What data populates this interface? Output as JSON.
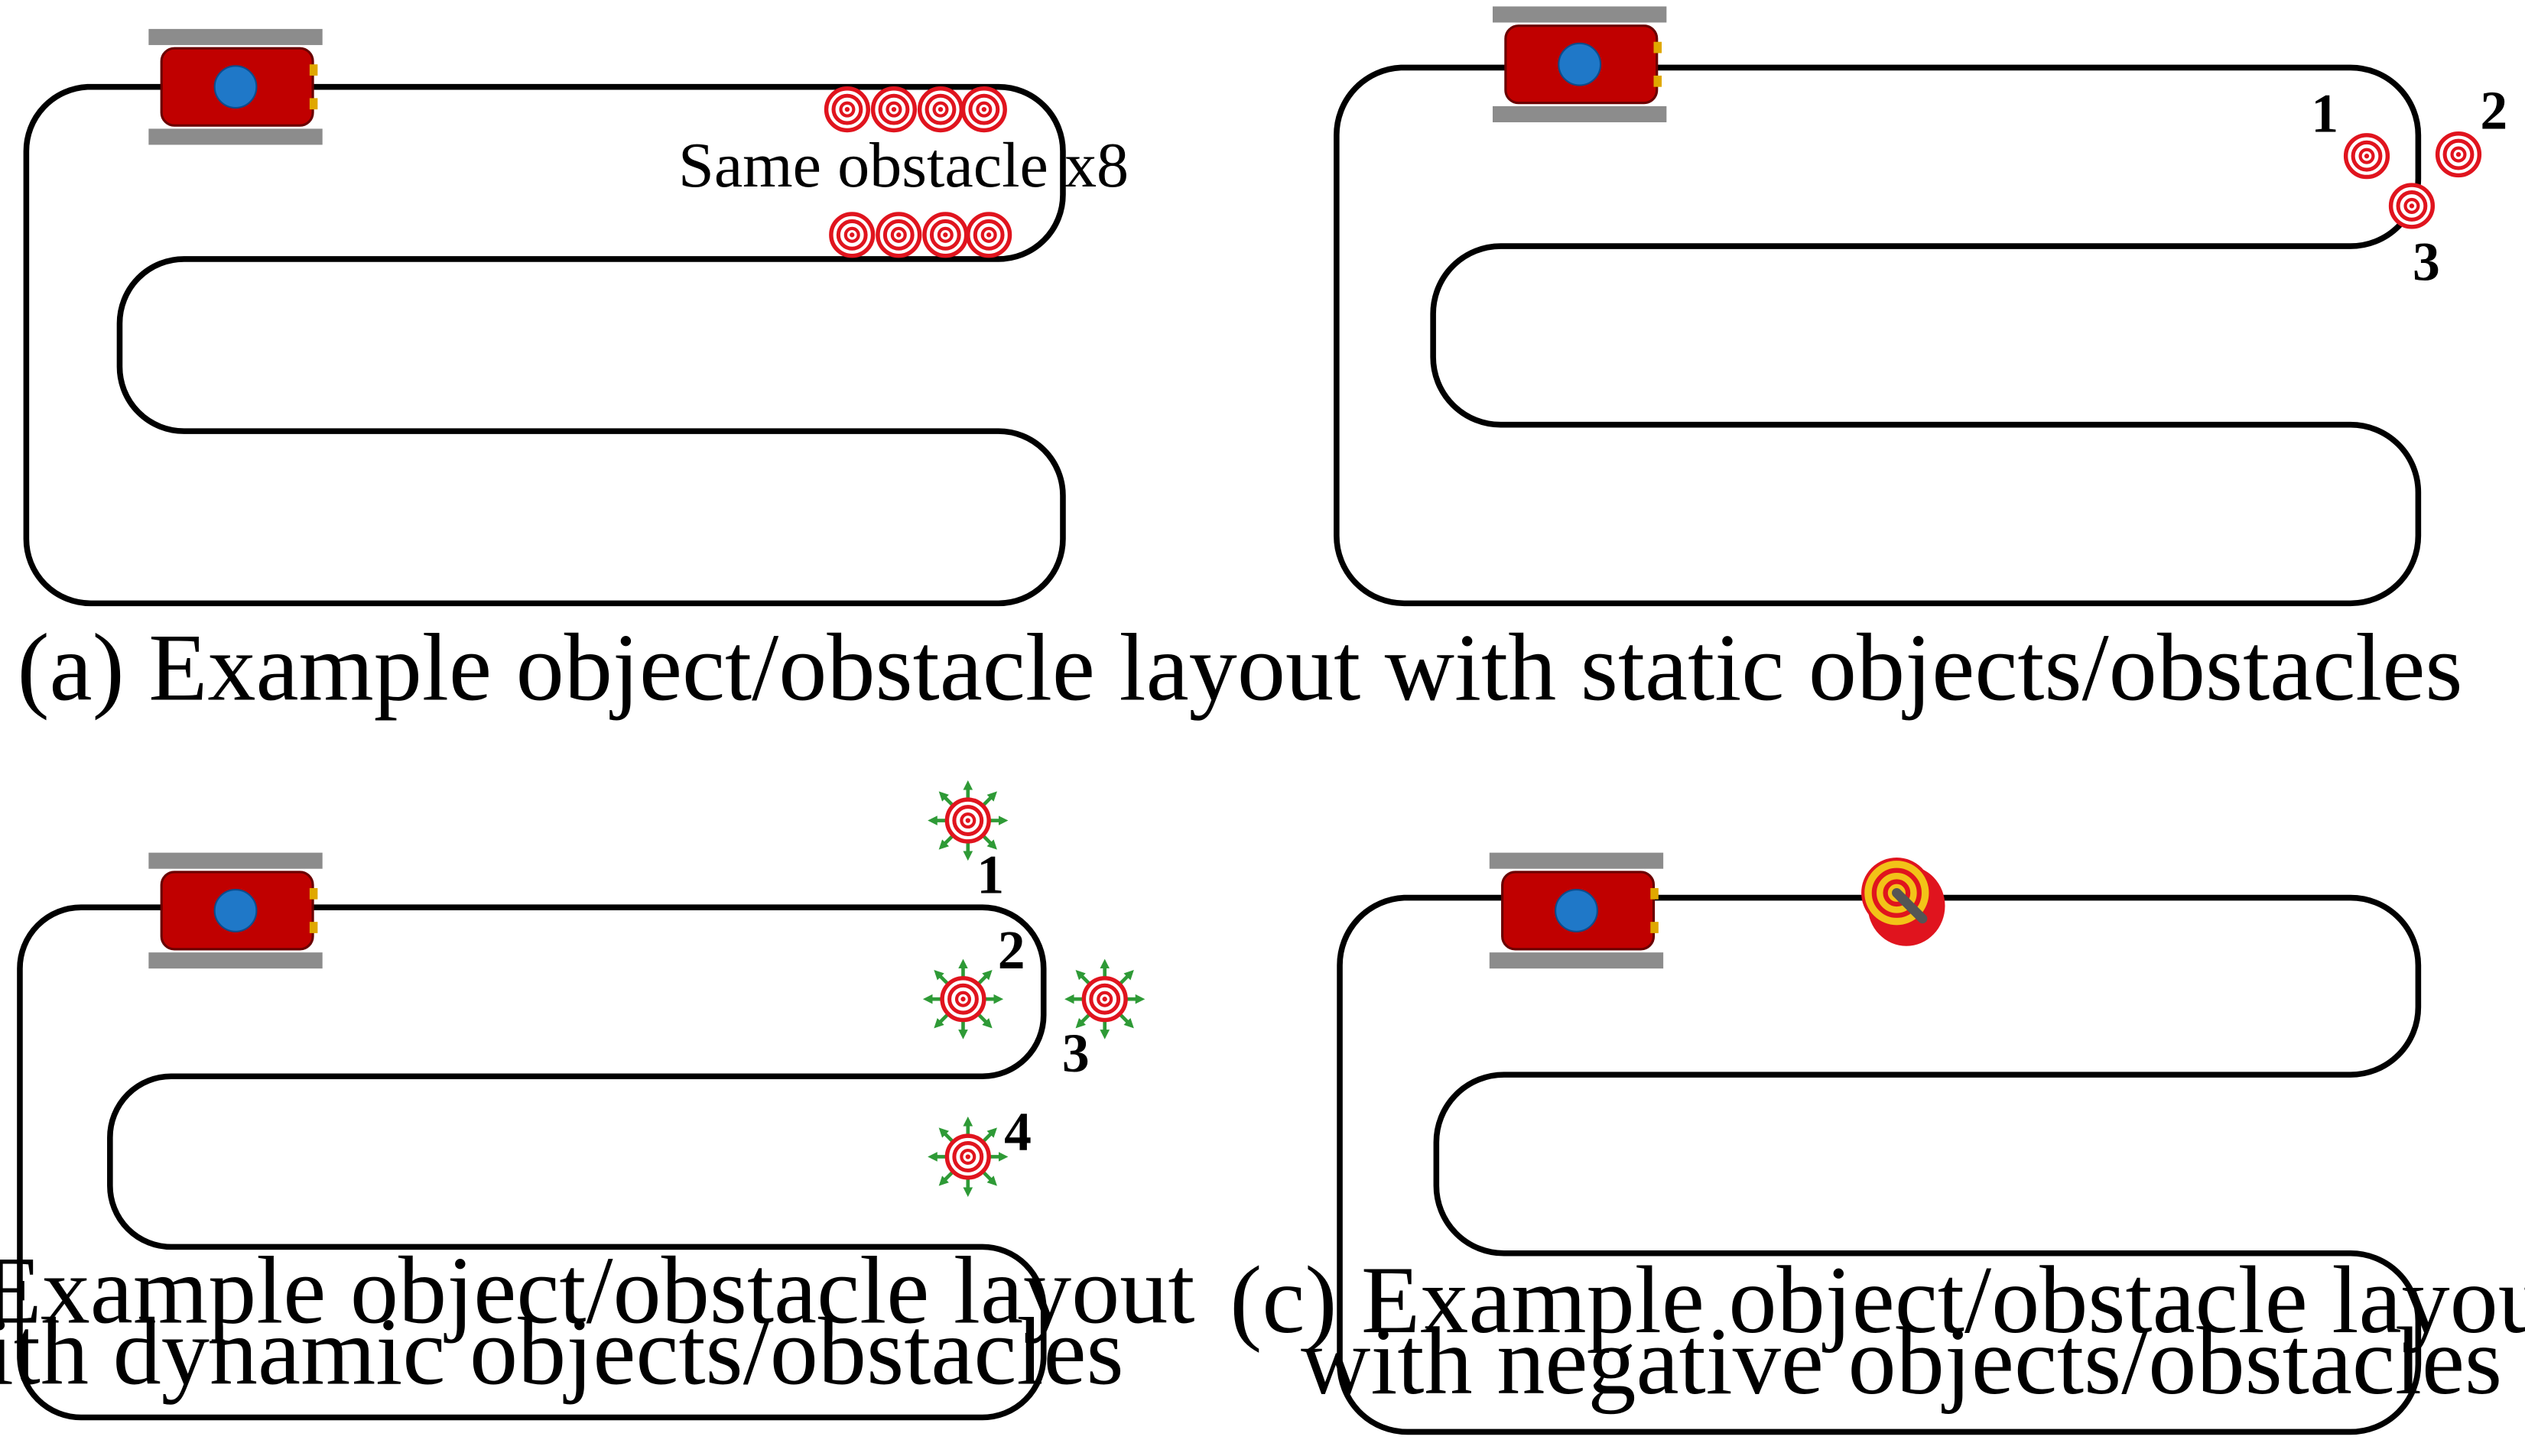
{
  "colors": {
    "background": "#ffffff",
    "track": "#000000",
    "robot_body": "#c00000",
    "robot_sensor": "#1f78c8",
    "robot_treads": "#8c8c8c",
    "obstacle_ring": "#e0141e",
    "motion_arrow": "#2e9a36",
    "hole_outer": "#f2c318",
    "hole_inner": "#e0141e"
  },
  "icons": {
    "robot": "tracked-robot-icon",
    "static_obstacle": "target-obstacle-icon",
    "dynamic_obstacle": "moving-obstacle-icon",
    "negative_obstacle": "hole-icon"
  },
  "panel_a": {
    "caption": "(a) Example object/obstacle layout with static objects/obstacles",
    "left_label": "Same obstacle x8",
    "right_labels": [
      "1",
      "2",
      "3"
    ]
  },
  "panel_b": {
    "caption_line1": "(b) Example object/obstacle layout",
    "caption_line2": "with dynamic objects/obstacles",
    "labels": [
      "1",
      "2",
      "3",
      "4"
    ]
  },
  "panel_c": {
    "caption_line1": "(c) Example object/obstacle layout",
    "caption_line2": "with negative objects/obstacles"
  }
}
